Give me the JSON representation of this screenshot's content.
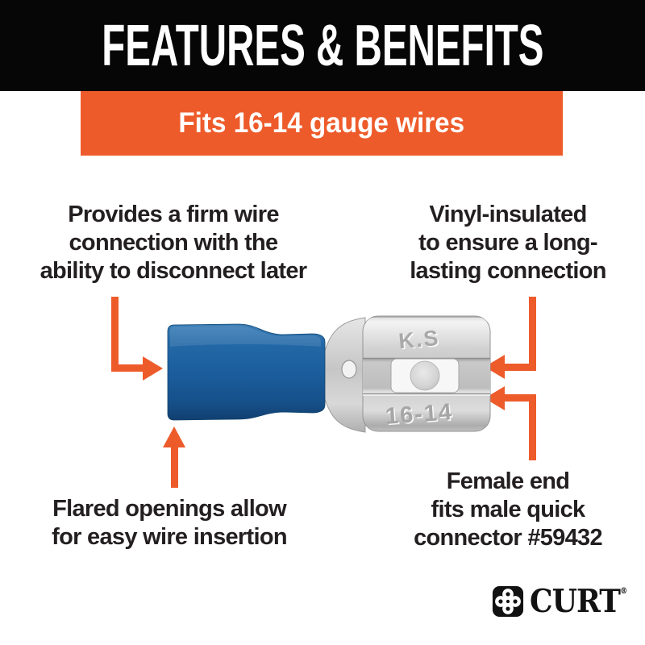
{
  "header": {
    "title": "FEATURES & BENEFITS"
  },
  "banner": {
    "text": "Fits 16-14 gauge wires"
  },
  "callouts": {
    "top_left": {
      "lines": [
        "Provides a firm wire",
        "connection with the",
        "ability to disconnect later"
      ]
    },
    "top_right": {
      "lines": [
        "Vinyl-insulated",
        "to ensure a long-",
        "lasting connection"
      ]
    },
    "bottom_left": {
      "lines": [
        "Flared openings allow",
        "for easy wire insertion"
      ]
    },
    "bottom_right": {
      "lines": [
        "Female end",
        "fits male quick",
        "connector #59432"
      ]
    }
  },
  "product": {
    "description": "Blue vinyl-insulated female quick-connect wire terminal",
    "stamp_top": "K.S",
    "stamp_bottom": "16-14"
  },
  "logo": {
    "brand": "CURT",
    "registered_mark": "®"
  },
  "colors": {
    "accent": "#EE5B2B",
    "header-bg": "#060606",
    "text": "#231F20",
    "insulation-blue": "#1B5C9B",
    "metal-gray": "#CBCBCB"
  }
}
